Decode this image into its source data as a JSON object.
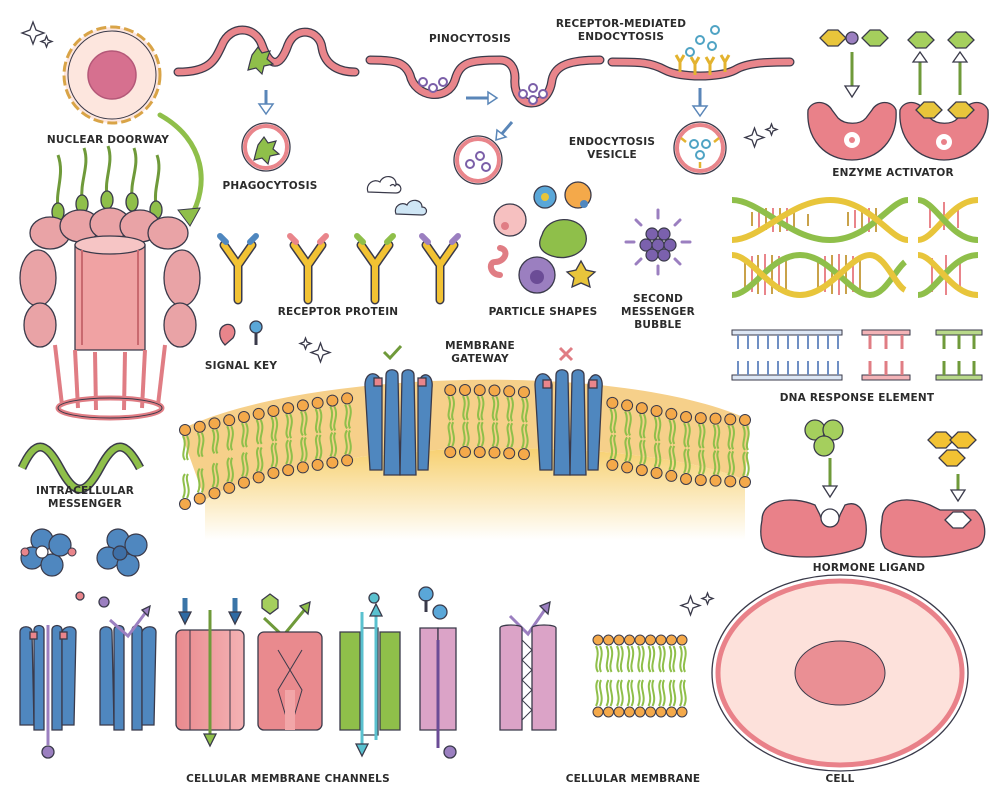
{
  "labels": {
    "nuclear_doorway": "NUCLEAR DOORWAY",
    "phagocytosis": "PHAGOCYTOSIS",
    "pinocytosis": "PINOCYTOSIS",
    "receptor_mediated_1": "RECEPTOR-MEDIATED",
    "receptor_mediated_2": "ENDOCYTOSIS",
    "endocytosis_vesicle_1": "ENDOCYTOSIS",
    "endocytosis_vesicle_2": "VESICLE",
    "enzyme_activator": "ENZYME ACTIVATOR",
    "receptor_protein": "RECEPTOR PROTEIN",
    "particle_shapes": "PARTICLE SHAPES",
    "second_messenger_1": "SECOND",
    "second_messenger_2": "MESSENGER",
    "second_messenger_3": "BUBBLE",
    "signal_key": "SIGNAL KEY",
    "membrane_gateway_1": "MEMBRANE",
    "membrane_gateway_2": "GATEWAY",
    "dna_response_element": "DNA RESPONSE ELEMENT",
    "intracellular_messenger_1": "INTRACELLULAR",
    "intracellular_messenger_2": "MESSENGER",
    "hormone_ligand": "HORMONE LIGAND",
    "cellular_membrane_channels": "CELLULAR MEMBRANE CHANNELS",
    "cellular_membrane": "CELLULAR MEMBRANE",
    "cell": "CELL"
  },
  "colors": {
    "outline": "#3a3a4a",
    "pink": "#e9828a",
    "pink_light": "#f3b3b7",
    "blue": "#4f87bf",
    "green": "#8fbf4a",
    "yellow": "#f2c233",
    "purple": "#9b7fc0",
    "orange_head": "#f4a94a"
  }
}
